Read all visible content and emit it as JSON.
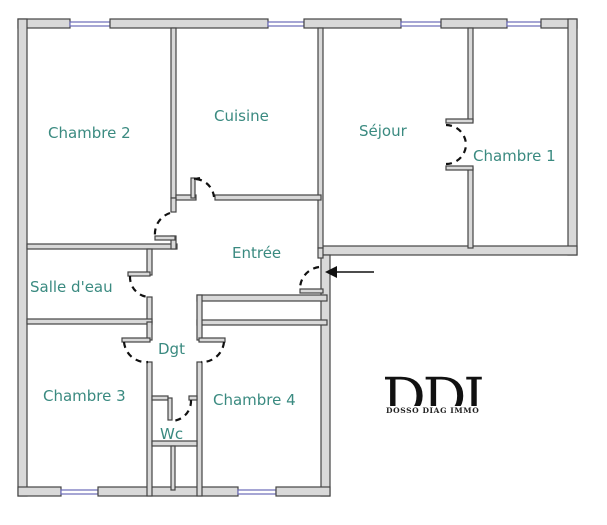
{
  "plan": {
    "rooms": [
      {
        "id": "chambre2",
        "label": "Chambre 2"
      },
      {
        "id": "cuisine",
        "label": "Cuisine"
      },
      {
        "id": "sejour",
        "label": "Séjour"
      },
      {
        "id": "chambre1",
        "label": "Chambre 1"
      },
      {
        "id": "entree",
        "label": "Entrée"
      },
      {
        "id": "salle_eau",
        "label": "Salle d'eau"
      },
      {
        "id": "dgt",
        "label": "Dgt"
      },
      {
        "id": "chambre3",
        "label": "Chambre 3"
      },
      {
        "id": "chambre4",
        "label": "Chambre 4"
      },
      {
        "id": "wc",
        "label": "Wc"
      }
    ],
    "entrance_arrow": "arrow-left-icon",
    "colors": {
      "wall_fill": "#d9d9d9",
      "wall_stroke": "#444444",
      "window": "#7070c0",
      "label": "#3a8a80",
      "door": "#111111"
    }
  },
  "logo": {
    "letters": "DDI",
    "tagline": "DOSSO DIAG IMMO"
  }
}
